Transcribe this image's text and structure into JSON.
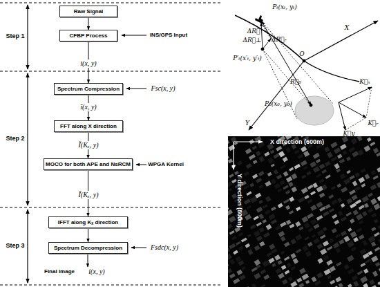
{
  "diagram": {
    "nodes": [
      {
        "text": [
          "Raw Signal"
        ]
      },
      {
        "text": [
          "CFBP Process"
        ]
      },
      {
        "text": [
          "Spectrum Compression"
        ]
      },
      {
        "text": [
          "FFT along X direction"
        ]
      },
      {
        "text": [
          "MOCO for both APE and NsRCM"
        ]
      },
      {
        "text": [
          "IFFT along Kₓ direction"
        ]
      },
      {
        "text": [
          "Spectrum Decompression"
        ]
      }
    ],
    "edges": [
      {
        "from": 0,
        "to": 1,
        "arrow": "to"
      },
      {
        "from": 1,
        "to": 2,
        "arrow": "to"
      },
      {
        "from": 2,
        "to": 3,
        "arrow": "to"
      },
      {
        "from": 3,
        "to": 4,
        "arrow": "to"
      },
      {
        "from": 4,
        "to": 5,
        "arrow": "to"
      },
      {
        "from": 5,
        "to": 6,
        "arrow": "to"
      }
    ],
    "labels": [
      "Step 1",
      "INS/GPS Input",
      "i(x, y)",
      "Step 2",
      "Fsc(x, y)",
      "ĩ(x, y)",
      "Ĩ(Kₓ, y)",
      "WPGA Kernel",
      "Ĩ(Kₓ, y)",
      "Step 3",
      "Fsdc(x, y)",
      "Final image",
      "i(x, y)",
      "Pₜ(xₜ, yₜ)",
      "O",
      "X",
      "ΔR⃗",
      "ΔR⃗⊥",
      "ΔR⃗ᵣ",
      "P′ₜ(x′ₜ, y′ₜ)",
      "R⃗₀",
      "P₀(x₀, y₀)",
      "K⃗ₓ",
      "Y",
      "K⃗ᵣ",
      "K⃗y",
      "X direction (600m)",
      "Y direction (800m)"
    ]
  }
}
